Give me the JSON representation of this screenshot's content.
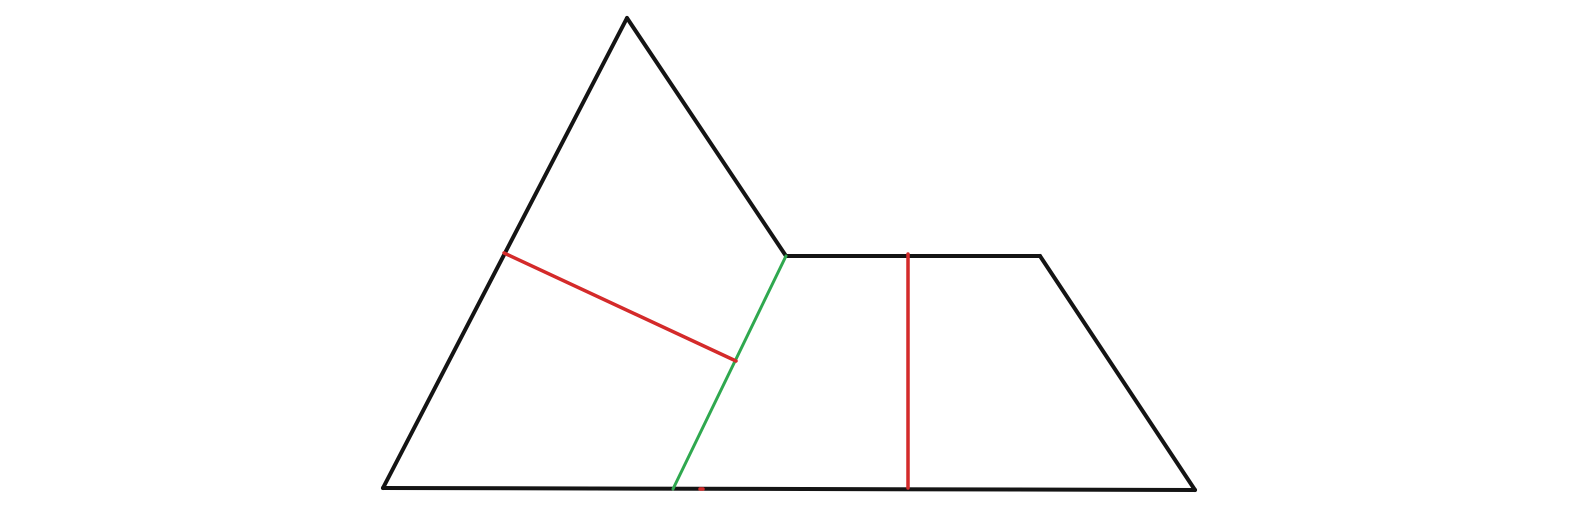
{
  "diagram": {
    "description_free": true,
    "colors": {
      "outline": "#141414",
      "height_segments": "#d42a2a",
      "shared_edge": "#2fa84f",
      "background": "#ffffff"
    },
    "shapes": [
      {
        "name": "triangle",
        "kind": "outline"
      },
      {
        "name": "trapezoid",
        "kind": "outline"
      }
    ],
    "segments": [
      {
        "name": "triangle-height",
        "kind": "height"
      },
      {
        "name": "trapezoid-height",
        "kind": "height"
      },
      {
        "name": "shared-edge",
        "kind": "edge"
      }
    ]
  }
}
